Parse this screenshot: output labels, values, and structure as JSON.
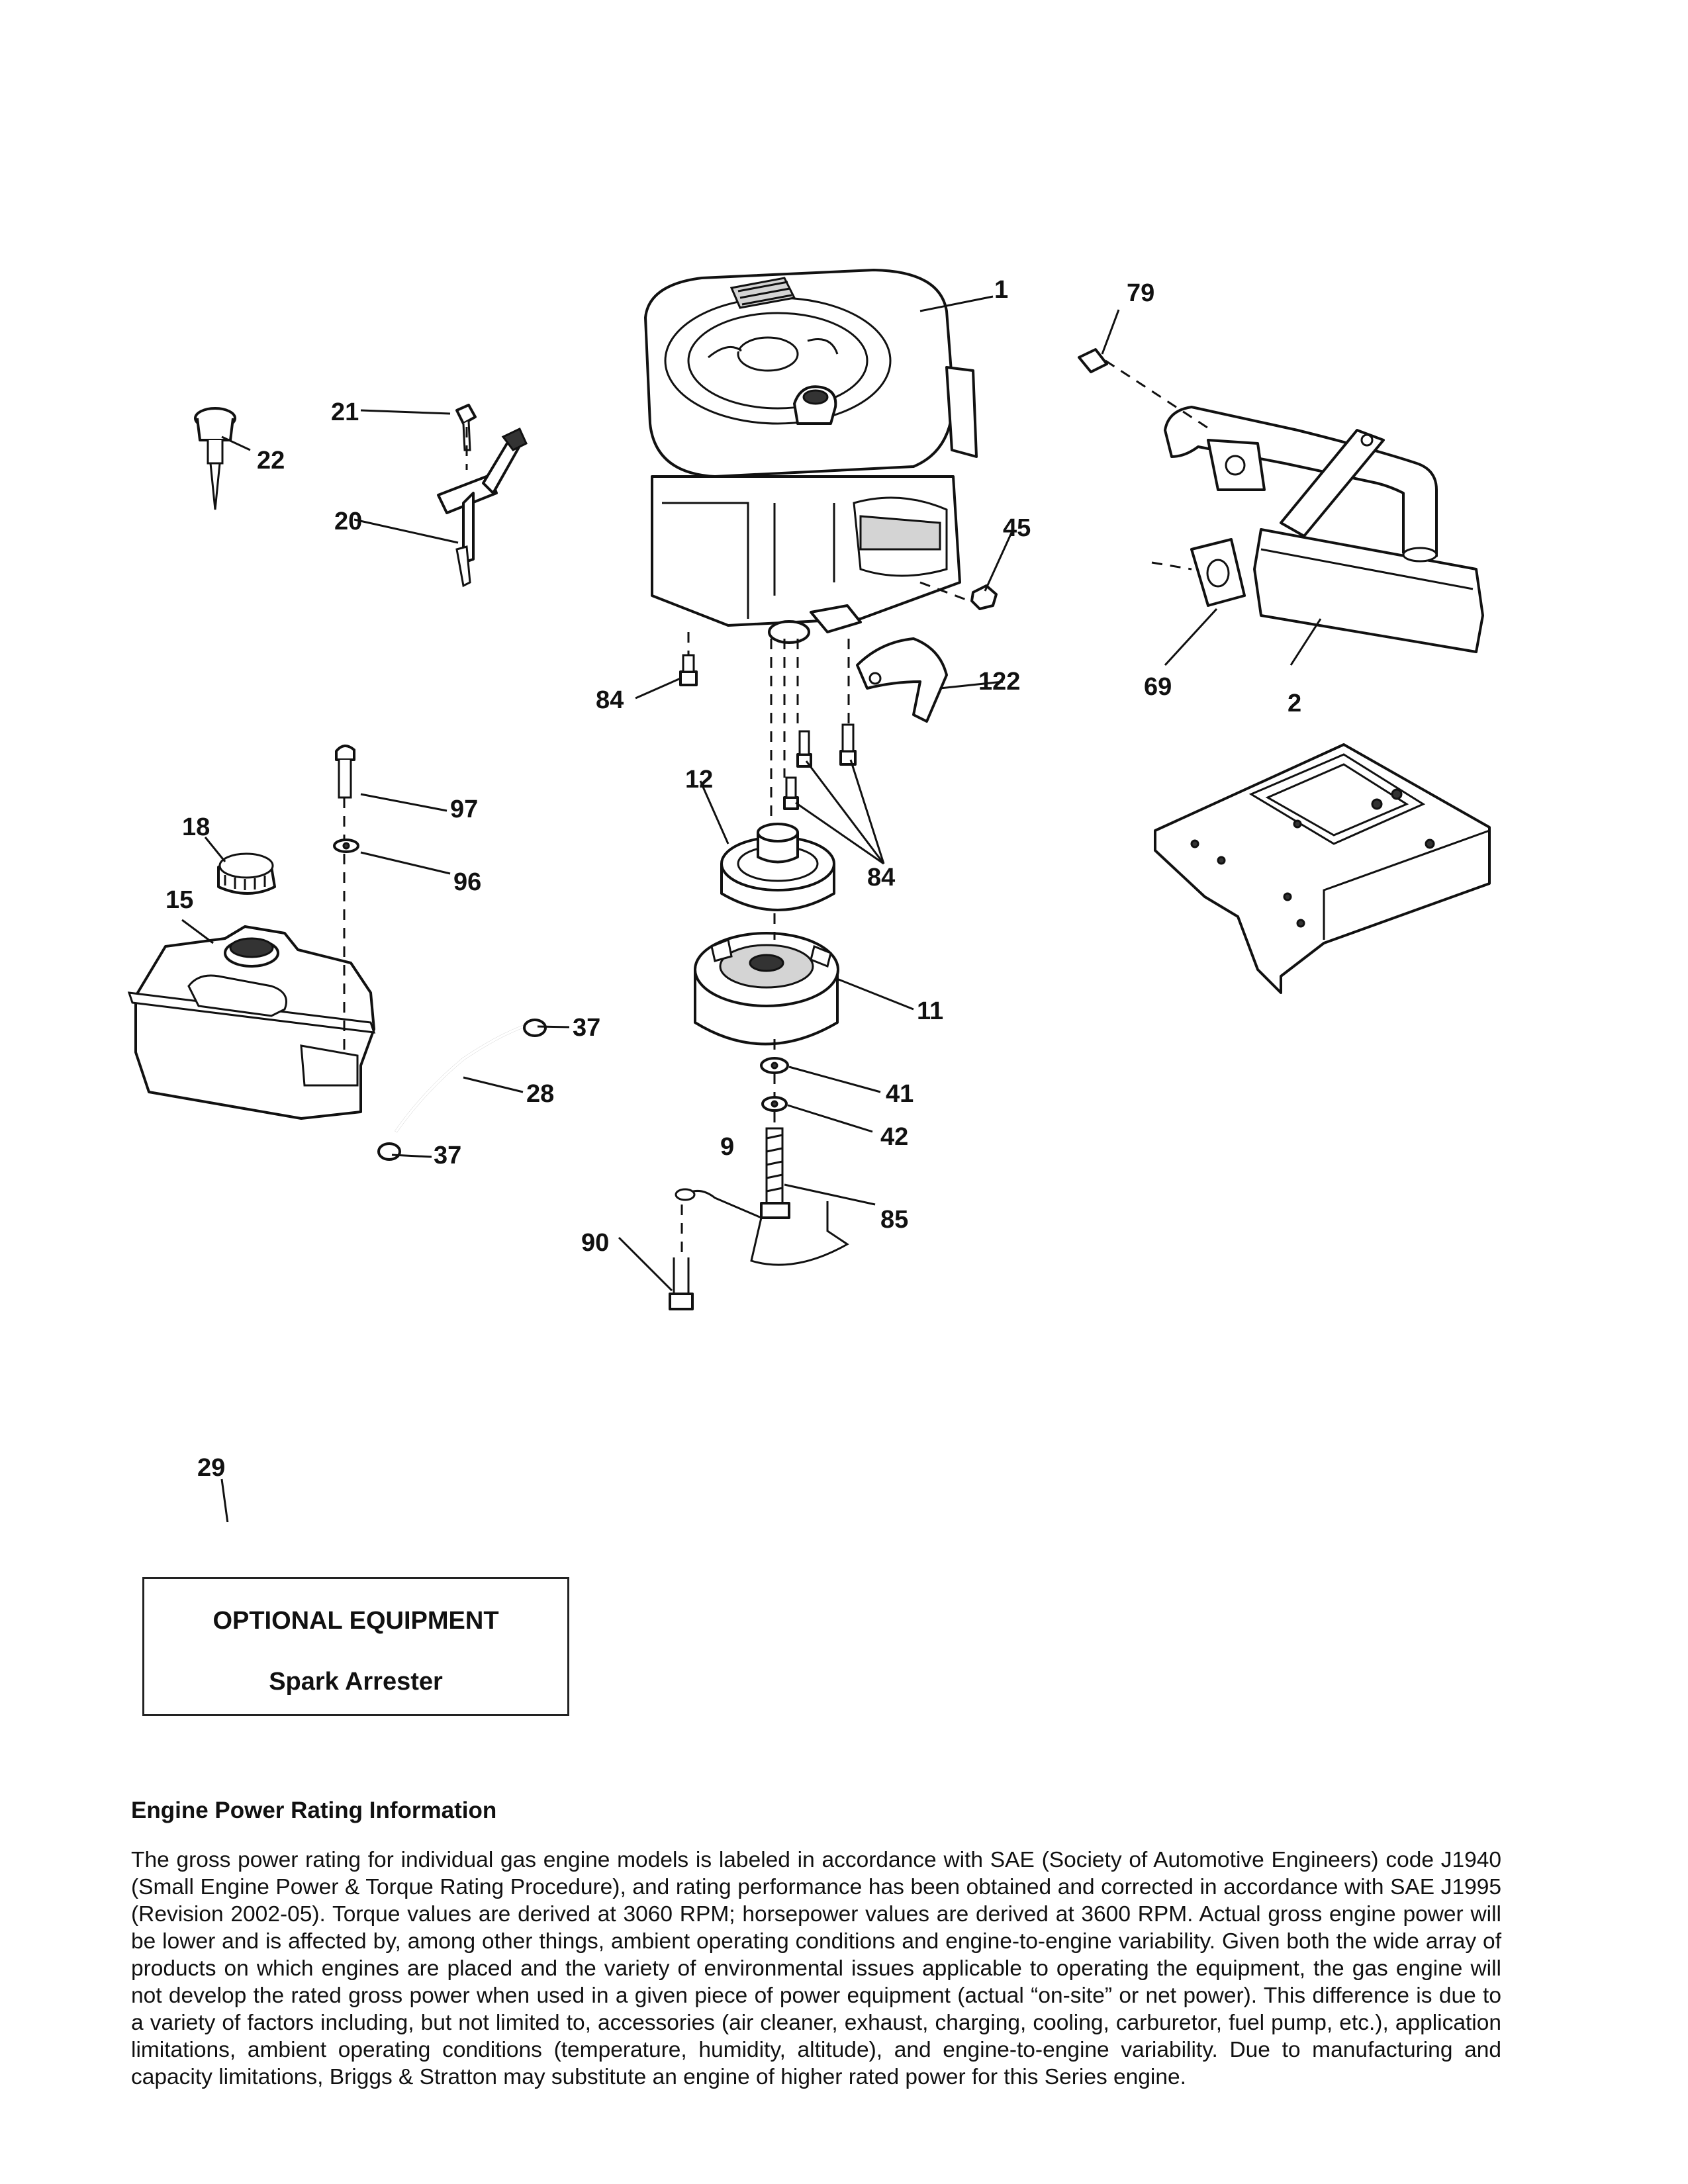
{
  "callouts": {
    "p1": "1",
    "p2": "2",
    "p9": "9",
    "p11": "11",
    "p12": "12",
    "p15": "15",
    "p18": "18",
    "p20": "20",
    "p21": "21",
    "p22": "22",
    "p28": "28",
    "p29": "29",
    "p37a": "37",
    "p37b": "37",
    "p41": "41",
    "p42": "42",
    "p45": "45",
    "p69": "69",
    "p79": "79",
    "p84a": "84",
    "p84b": "84",
    "p85": "85",
    "p90": "90",
    "p96": "96",
    "p97": "97",
    "p122": "122"
  },
  "optional_equipment": {
    "title": "OPTIONAL EQUIPMENT",
    "item": "Spark Arrester"
  },
  "engine_power": {
    "heading": "Engine Power Rating Information",
    "body": "The gross power rating for individual gas engine models is labeled in accordance with SAE (Society of Automotive Engineers) code J1940 (Small Engine Power & Torque Rating Procedure), and rating performance has been obtained and corrected in accordance with SAE J1995 (Revision 2002-05). Torque values are derived at 3060 RPM; horsepower values are derived at 3600 RPM. Actual gross engine power will be lower and is affected by, among other things, ambient operating conditions and engine-to-engine variability. Given both the wide array of products on which engines are placed and the variety of environmental issues applicable to operating the equipment, the gas engine will not develop the rated gross power when used in a given piece of power equipment (actual “on-site” or net power). This difference is due to a variety of factors including, but not limited to, accessories (air cleaner, exhaust, charging, cooling, carburetor, fuel pump, etc.), application limitations, ambient operating conditions (temperature, humidity, altitude), and engine-to-engine variability. Due to manufacturing and capacity limitations, Briggs & Stratton may substitute an engine of higher rated power for this Series engine."
  }
}
